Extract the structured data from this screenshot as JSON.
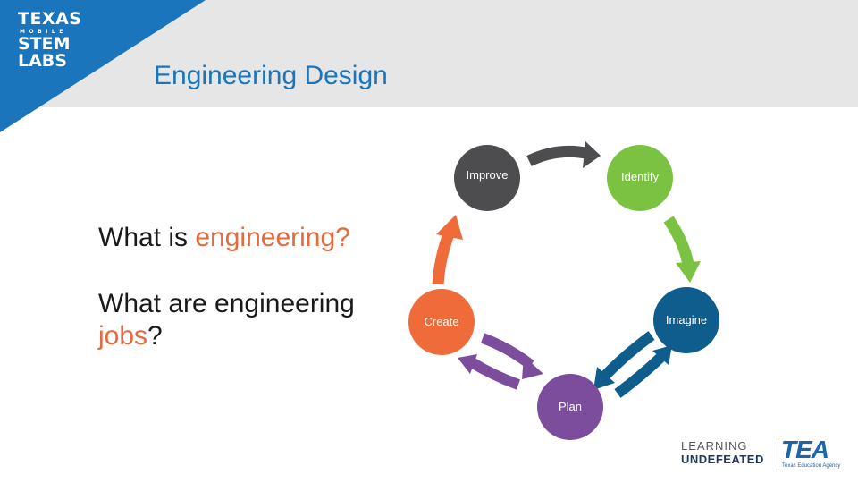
{
  "header": {
    "logo_line1": "TEXAS",
    "logo_line2": "MOBILE",
    "logo_line3": "STEM",
    "logo_line4": "LABS",
    "title": "Engineering Design",
    "brand_color": "#1a75bc"
  },
  "questions": {
    "q1_prefix": "What is ",
    "q1_highlight": "engineering?",
    "q2_prefix": "What are engineering ",
    "q2_highlight": "jobs",
    "q2_suffix": "?",
    "highlight_color": "#e36b3f"
  },
  "cycle": {
    "steps": [
      {
        "label": "Improve",
        "color": "#4d4d4f"
      },
      {
        "label": "Identify",
        "color": "#7cc242"
      },
      {
        "label": "Imagine",
        "color": "#0f5d8c"
      },
      {
        "label": "Plan",
        "color": "#7b4d9c"
      },
      {
        "label": "Create",
        "color": "#ef6b3a"
      }
    ]
  },
  "footer": {
    "learning": "LEARNING",
    "undefeated": "UNDEFEATED",
    "tea": "TEA",
    "tea_sub": "Texas Education Agency"
  }
}
